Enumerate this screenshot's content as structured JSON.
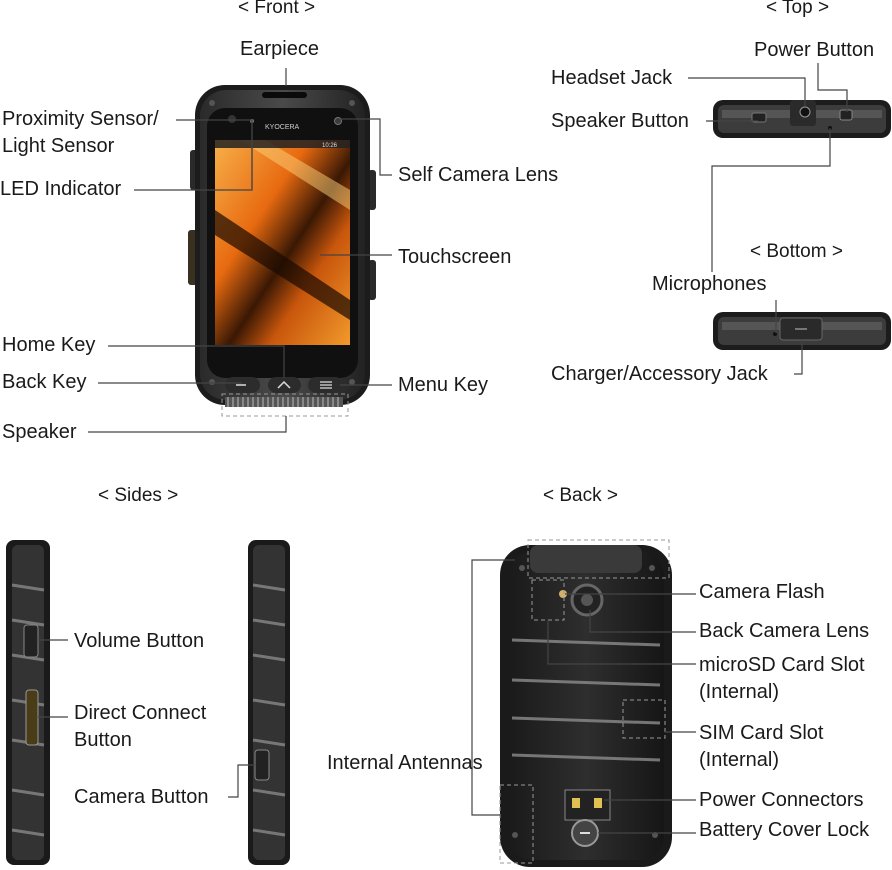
{
  "sections": {
    "front": "< Front >",
    "top": "< Top >",
    "bottom": "< Bottom >",
    "sides": "< Sides >",
    "back": "< Back >"
  },
  "brand": "KYOCERA",
  "status_time": "10:26",
  "labels": {
    "earpiece": "Earpiece",
    "proximity_1": "Proximity Sensor/",
    "proximity_2": "Light Sensor",
    "led": "LED Indicator",
    "self_camera": "Self Camera Lens",
    "touchscreen": "Touchscreen",
    "home_key": "Home Key",
    "back_key": "Back Key",
    "menu_key": "Menu Key",
    "speaker": "Speaker",
    "headset_jack": "Headset Jack",
    "power_button": "Power Button",
    "speaker_button": "Speaker Button",
    "microphones": "Microphones",
    "charger_jack": "Charger/Accessory Jack",
    "volume_button": "Volume Button",
    "direct_connect_1": "Direct Connect",
    "direct_connect_2": "Button",
    "camera_button": "Camera Button",
    "internal_antennas": "Internal Antennas",
    "camera_flash": "Camera Flash",
    "back_camera": "Back Camera Lens",
    "microsd_1": "microSD Card Slot",
    "microsd_2": "(Internal)",
    "sim_1": "SIM Card Slot",
    "sim_2": "(Internal)",
    "power_connectors": "Power Connectors",
    "battery_lock": "Battery Cover Lock"
  },
  "colors": {
    "body_dark": "#1c1c1c",
    "body_mid": "#3a3a3a",
    "line": "#444444",
    "screen_orange": "#e8741c"
  }
}
